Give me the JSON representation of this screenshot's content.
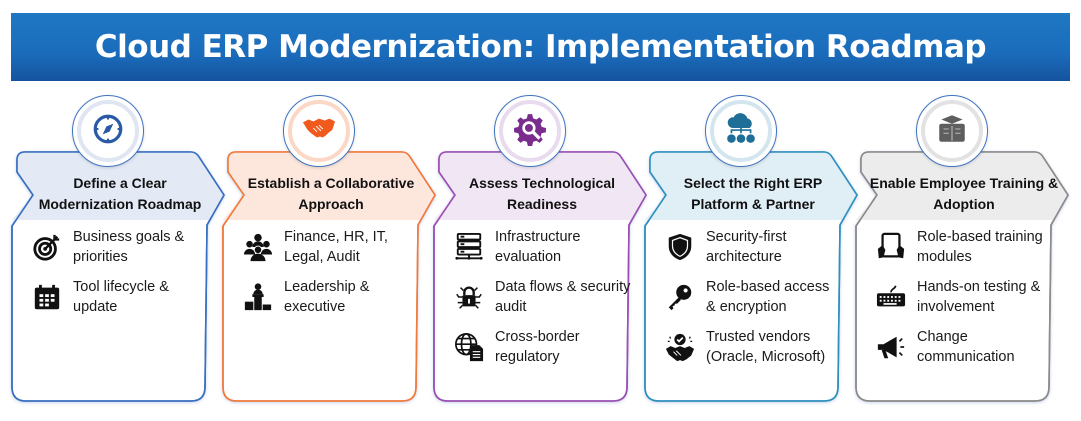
{
  "title": "Cloud ERP Modernization: Implementation Roadmap",
  "colors": {
    "title_bar": "#1a6cbb",
    "badge_outline": "#3f74c2"
  },
  "steps": [
    {
      "title": "Define a Clear Modernization Roadmap",
      "badge_icon": "compass-icon",
      "border": "#3a6fc0",
      "header_fill": "#e3eaf6",
      "ring": "#dfe6f1",
      "icon_color": "#2a5aa6",
      "items": [
        {
          "icon": "target-icon",
          "text": "Business goals & priorities"
        },
        {
          "icon": "calendar-icon",
          "text": "Tool lifecycle & update"
        }
      ]
    },
    {
      "title": "Establish a Collaborative Approach",
      "badge_icon": "handshake-icon",
      "border": "#f07a3c",
      "header_fill": "#fde7dd",
      "ring": "#fbd7c6",
      "icon_color": "#f15a1d",
      "items": [
        {
          "icon": "team-icon",
          "text": "Finance, HR, IT, Legal, Audit"
        },
        {
          "icon": "podium-icon",
          "text": "Leadership & executive"
        }
      ]
    },
    {
      "title": "Assess Technological Readiness",
      "badge_icon": "gear-search-icon",
      "border": "#9a4fb4",
      "header_fill": "#f1e6f4",
      "ring": "#e8dbee",
      "icon_color": "#7b2d8e",
      "items": [
        {
          "icon": "server-icon",
          "text": "Infrastructure evaluation"
        },
        {
          "icon": "lock-network-icon",
          "text": "Data flows & security audit"
        },
        {
          "icon": "globe-document-icon",
          "text": "Cross-border regulatory"
        }
      ]
    },
    {
      "title": "Select the Right ERP Platform & Partner",
      "badge_icon": "cloud-network-icon",
      "border": "#2f8fbf",
      "header_fill": "#e0eef5",
      "ring": "#d3e6ef",
      "icon_color": "#1f6e98",
      "items": [
        {
          "icon": "shield-icon",
          "text": "Security-first architecture"
        },
        {
          "icon": "key-icon",
          "text": "Role-based access & encryption"
        },
        {
          "icon": "handshake-check-icon",
          "text": "Trusted vendors (Oracle, Microsoft)"
        }
      ]
    },
    {
      "title": "Enable Employee Training & Adoption",
      "badge_icon": "graduation-book-icon",
      "border": "#8a8a8a",
      "header_fill": "#ececec",
      "ring": "#e2e2e2",
      "icon_color": "#5e5e5e",
      "items": [
        {
          "icon": "tablet-hands-icon",
          "text": "Role-based training modules"
        },
        {
          "icon": "keyboard-icon",
          "text": "Hands-on testing & involvement"
        },
        {
          "icon": "megaphone-icon",
          "text": "Change communication"
        }
      ]
    }
  ]
}
